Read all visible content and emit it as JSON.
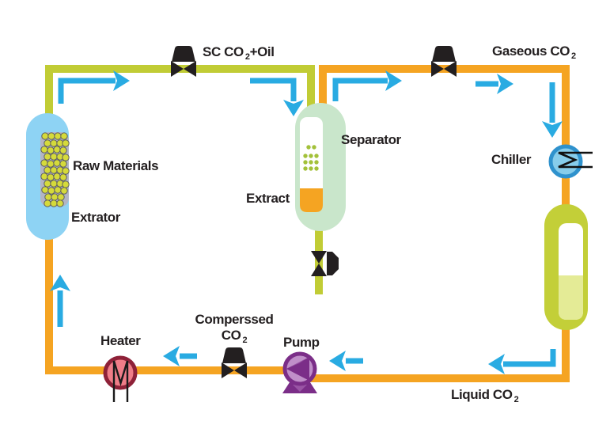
{
  "labels": {
    "sc_co2_oil": {
      "pre": "SC CO",
      "sub": "2",
      "post": "+Oil"
    },
    "gaseous_co2": {
      "pre": "Gaseous CO",
      "sub": "2",
      "post": ""
    },
    "raw_materials": {
      "text": "Raw Materials"
    },
    "extractor": {
      "text": "Extrator"
    },
    "separator": {
      "text": "Separator"
    },
    "extract": {
      "text": "Extract"
    },
    "chiller": {
      "text": "Chiller"
    },
    "compressed_co2": {
      "line1": "Comperssed",
      "pre": "CO",
      "sub": "2",
      "post": ""
    },
    "heater": {
      "text": "Heater"
    },
    "pump": {
      "text": "Pump"
    },
    "liquid_co2": {
      "pre": "Liquid CO",
      "sub": "2",
      "post": ""
    }
  },
  "palette": {
    "olive": "#c1cc35",
    "orange": "#f5a422",
    "blue": "#29abe2",
    "extractor": "#8ed3f4",
    "extractor_inner": "#b2b5c4",
    "dot": "#d5da3b",
    "dot_stroke": "#55565a",
    "separator": "#c9e6cb",
    "sep_dot": "#a3c13a",
    "storage": "#c3cf38",
    "storage_liquid": "#e4eb96",
    "chiller_fill": "#87cdeb",
    "chiller_stroke": "#2f92cd",
    "heater_fill": "#ef7d88",
    "heater_stroke": "#8e2138",
    "pump_fill": "#c08fc9",
    "pump_dark": "#7b2e88",
    "valve": "#231f20",
    "text": "#231f20"
  }
}
